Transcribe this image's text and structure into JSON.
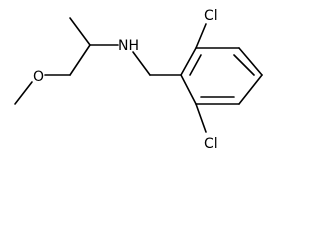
{
  "structure": {
    "atoms": {
      "nitrogen": "NH",
      "oxygen": "O",
      "chlorine_top": "Cl",
      "chlorine_bottom": "Cl"
    },
    "colors": {
      "bond": "#000000",
      "label": "#000000",
      "background": "#ffffff"
    }
  }
}
